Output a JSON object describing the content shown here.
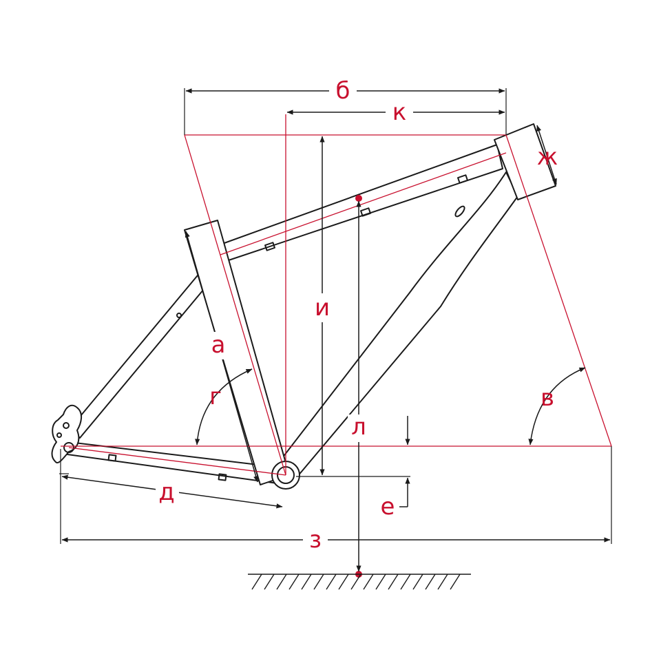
{
  "labels": {
    "a": "а",
    "b": "б",
    "v": "в",
    "g": "г",
    "d": "д",
    "e": "е",
    "zh": "ж",
    "z": "з",
    "i": "и",
    "k": "к",
    "l": "л"
  },
  "colors": {
    "reference": "#c8102e",
    "outline": "#1a1a1a",
    "background": "#ffffff"
  }
}
